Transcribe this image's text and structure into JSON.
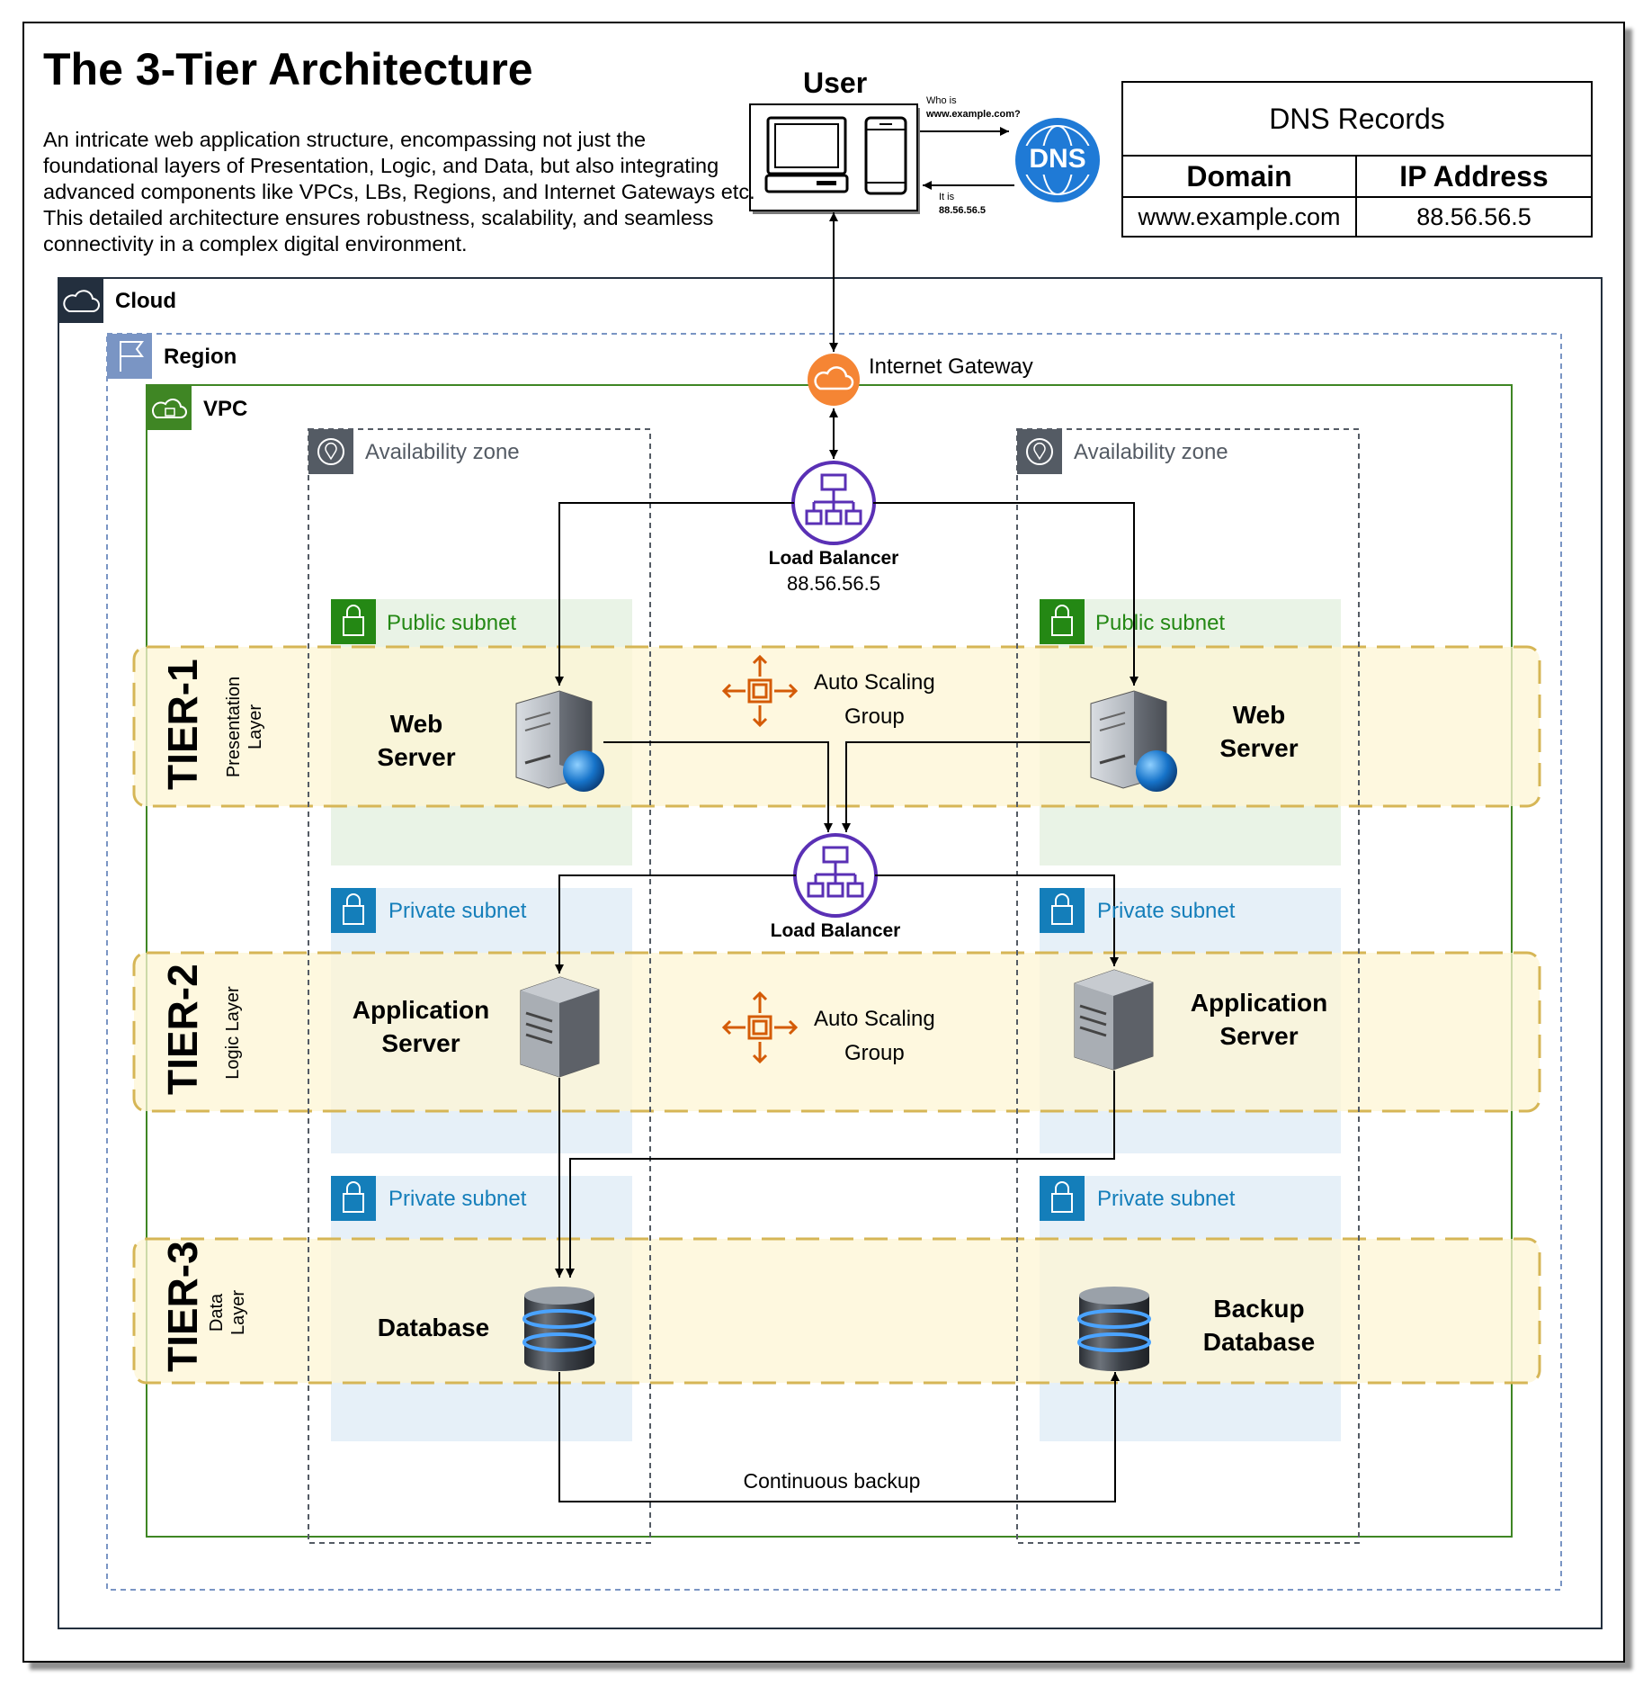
{
  "title": "The 3-Tier Architecture",
  "description": "An intricate web application structure, encompassing not just the foundational layers of Presentation, Logic, and Data, but also integrating advanced components like VPCs, LBs, Regions, and Internet Gateways etc. This detailed architecture ensures robustness, scalability, and seamless connectivity in a complex digital environment.",
  "user": {
    "label": "User",
    "query_line1": "Who is",
    "query_line2": "www.example.com?",
    "reply_line1": "It is",
    "reply_line2": "88.56.56.5",
    "dns_icon_text": "DNS"
  },
  "dns_records": {
    "title": "DNS Records",
    "headers": [
      "Domain",
      "IP Address"
    ],
    "rows": [
      [
        "www.example.com",
        "88.56.56.5"
      ]
    ]
  },
  "containers": {
    "cloud": "Cloud",
    "region": "Region",
    "vpc": "VPC",
    "az_left": "Availability zone",
    "az_right": "Availability zone"
  },
  "internet_gateway": "Internet Gateway",
  "load_balancer_top": {
    "label": "Load Balancer",
    "ip": "88.56.56.5"
  },
  "load_balancer_mid": {
    "label": "Load Balancer"
  },
  "auto_scaling": [
    "Auto Scaling",
    "Group"
  ],
  "subnets": {
    "public_left": "Public subnet",
    "public_right": "Public subnet",
    "private_app_left": "Private subnet",
    "private_app_right": "Private subnet",
    "private_db_left": "Private subnet",
    "private_db_right": "Private subnet"
  },
  "tiers": [
    {
      "name": "TIER-1",
      "layer": [
        "Presentation",
        "Layer"
      ]
    },
    {
      "name": "TIER-2",
      "layer": [
        "Logic Layer"
      ]
    },
    {
      "name": "TIER-3",
      "layer": [
        "Data",
        "Layer"
      ]
    }
  ],
  "servers": {
    "web_left": [
      "Web",
      "Server"
    ],
    "web_right": [
      "Web",
      "Server"
    ],
    "app_left": [
      "Application",
      "Server"
    ],
    "app_right": [
      "Application",
      "Server"
    ],
    "db_left": [
      "Database"
    ],
    "db_right": [
      "Backup",
      "Database"
    ]
  },
  "backup_label": "Continuous backup",
  "colors": {
    "cloud_border": "#232f3e",
    "region_border": "#7a95c4",
    "vpc_border": "#3f8624",
    "az_border": "#545b64",
    "public_subnet_fill": "#e9f3e6",
    "public_subnet_text": "#248814",
    "private_subnet_fill": "#e6f0f8",
    "private_subnet_text": "#147eba",
    "tier_band_fill": "#fdf6d4",
    "tier_band_border": "#d6b656",
    "load_balancer": "#5a30b5",
    "internet_gateway": "#f58534",
    "auto_scaling": "#d45b07"
  }
}
